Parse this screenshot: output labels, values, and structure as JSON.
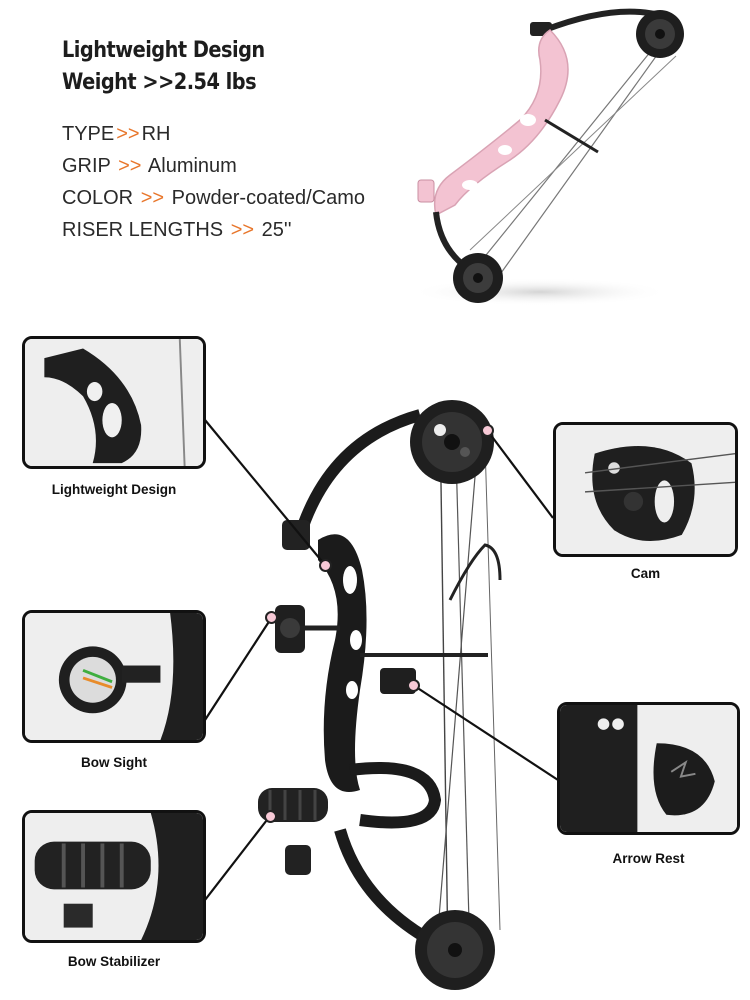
{
  "header": {
    "headline_1": "Lightweight Design",
    "headline_2": "Weight >>2.54 lbs"
  },
  "specs": [
    {
      "label": "TYPE",
      "value": "RH"
    },
    {
      "label": "GRIP",
      "value": "Aluminum"
    },
    {
      "label": "COLOR",
      "value": "Powder-coated/Camo"
    },
    {
      "label": "RISER LENGTHS",
      "value": "25''"
    }
  ],
  "arrow_glyph": ">>",
  "callouts": {
    "lightweight": "Lightweight Design",
    "cam": "Cam",
    "sight": "Bow Sight",
    "rest": "Arrow Rest",
    "stabilizer": "Bow Stabilizer"
  },
  "colors": {
    "accent": "#e8762b",
    "pink_bow": "#f3c3d2",
    "bow_black": "#1b1b1b",
    "marker": "#f7c9d6"
  }
}
